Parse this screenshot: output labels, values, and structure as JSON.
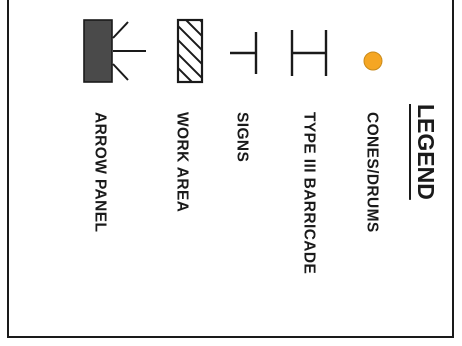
{
  "legend": {
    "title": "LEGEND",
    "items": [
      {
        "label": "CONES/DRUMS",
        "icon": "cone-drum-icon"
      },
      {
        "label": "TYPE III BARRICADE",
        "icon": "type-iii-barricade-icon"
      },
      {
        "label": "SIGNS",
        "icon": "sign-icon"
      },
      {
        "label": "WORK AREA",
        "icon": "work-area-icon"
      },
      {
        "label": "ARROW PANEL",
        "icon": "arrow-panel-icon"
      }
    ]
  },
  "colors": {
    "cone_fill": "#f5a623",
    "arrow_panel_fill": "#4a4a4a",
    "ink": "#1a1a1a"
  }
}
